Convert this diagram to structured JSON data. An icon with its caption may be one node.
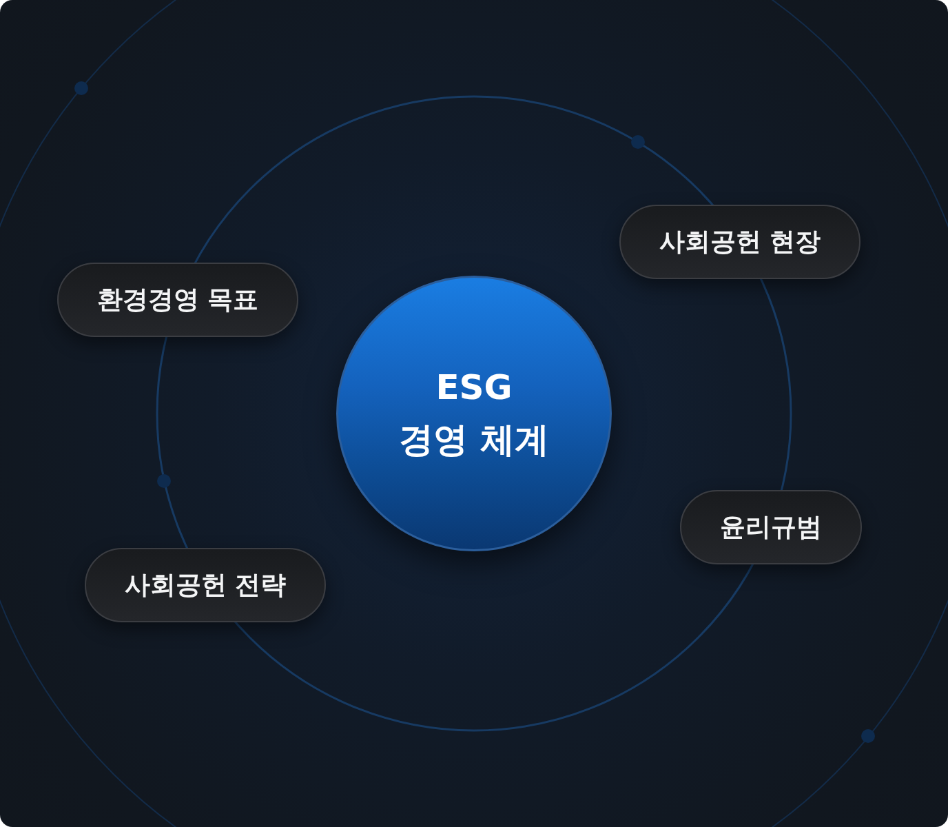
{
  "diagram": {
    "nodes": [
      {
        "text": [
          "사회공헌 현장"
        ]
      },
      {
        "text": [
          "환경경영 목표"
        ]
      },
      {
        "text": [
          "ESG 경영 체계"
        ]
      },
      {
        "text": [
          "윤리규범"
        ]
      },
      {
        "text": [
          "사회공헌 전략"
        ]
      }
    ]
  }
}
